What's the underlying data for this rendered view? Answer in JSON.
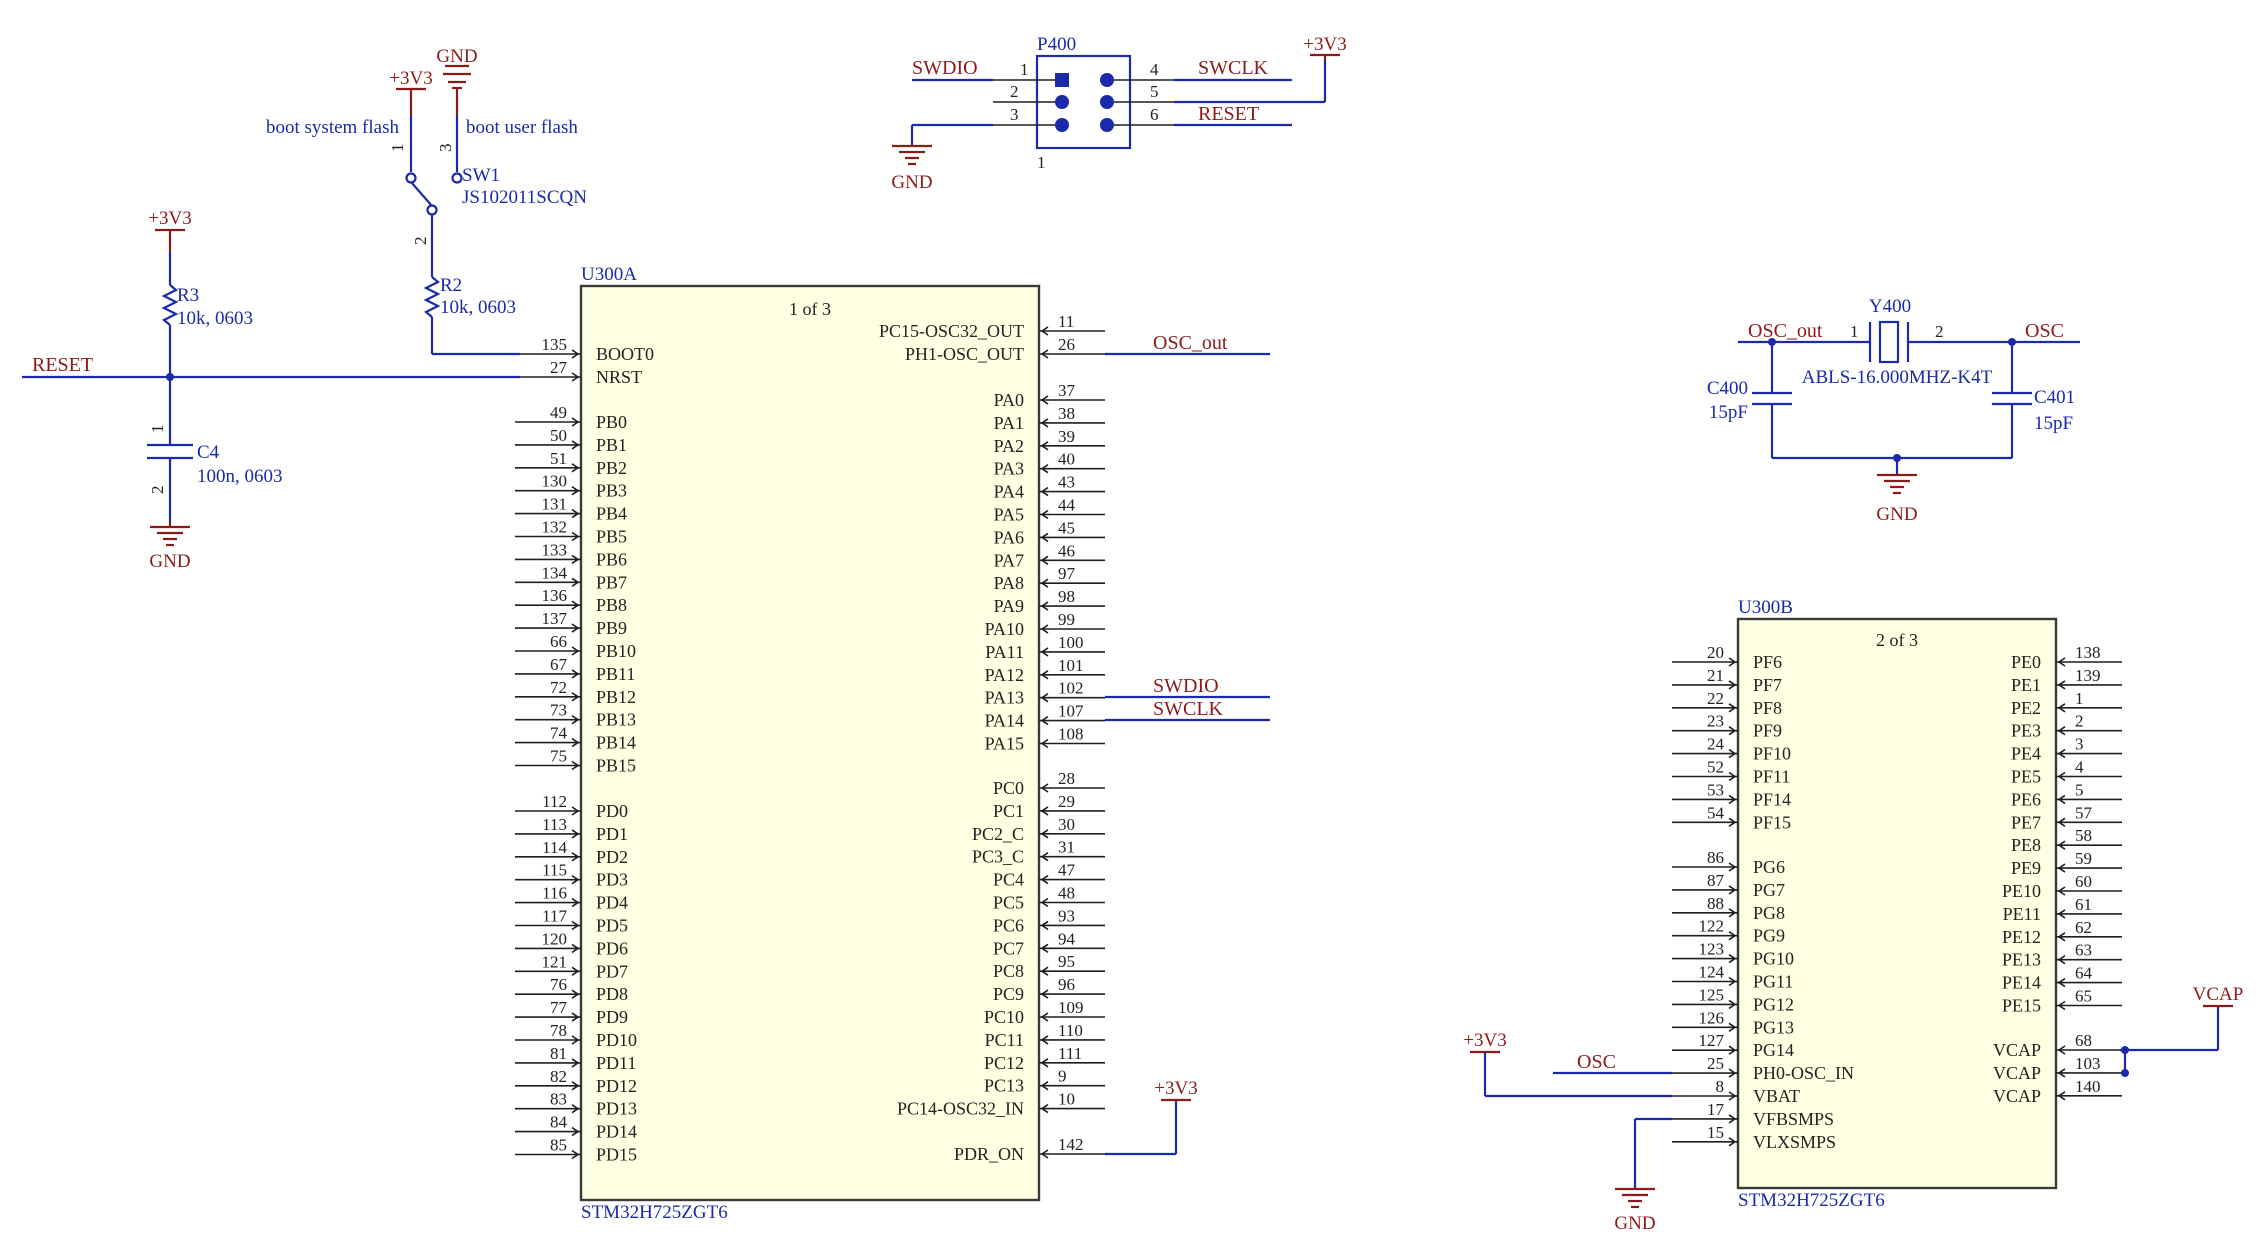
{
  "u300a": {
    "ref": "U300A",
    "part": "STM32H725ZGT6",
    "sheet": "1 of 3",
    "left_pins": [
      {
        "num": "135",
        "name": "BOOT0"
      },
      {
        "num": "27",
        "name": "NRST"
      },
      {
        "num": "49",
        "name": "PB0"
      },
      {
        "num": "50",
        "name": "PB1"
      },
      {
        "num": "51",
        "name": "PB2"
      },
      {
        "num": "130",
        "name": "PB3"
      },
      {
        "num": "131",
        "name": "PB4"
      },
      {
        "num": "132",
        "name": "PB5"
      },
      {
        "num": "133",
        "name": "PB6"
      },
      {
        "num": "134",
        "name": "PB7"
      },
      {
        "num": "136",
        "name": "PB8"
      },
      {
        "num": "137",
        "name": "PB9"
      },
      {
        "num": "66",
        "name": "PB10"
      },
      {
        "num": "67",
        "name": "PB11"
      },
      {
        "num": "72",
        "name": "PB12"
      },
      {
        "num": "73",
        "name": "PB13"
      },
      {
        "num": "74",
        "name": "PB14"
      },
      {
        "num": "75",
        "name": "PB15"
      },
      {
        "num": "112",
        "name": "PD0"
      },
      {
        "num": "113",
        "name": "PD1"
      },
      {
        "num": "114",
        "name": "PD2"
      },
      {
        "num": "115",
        "name": "PD3"
      },
      {
        "num": "116",
        "name": "PD4"
      },
      {
        "num": "117",
        "name": "PD5"
      },
      {
        "num": "120",
        "name": "PD6"
      },
      {
        "num": "121",
        "name": "PD7"
      },
      {
        "num": "76",
        "name": "PD8"
      },
      {
        "num": "77",
        "name": "PD9"
      },
      {
        "num": "78",
        "name": "PD10"
      },
      {
        "num": "81",
        "name": "PD11"
      },
      {
        "num": "82",
        "name": "PD12"
      },
      {
        "num": "83",
        "name": "PD13"
      },
      {
        "num": "84",
        "name": "PD14"
      },
      {
        "num": "85",
        "name": "PD15"
      }
    ],
    "right_pins": [
      {
        "num": "11",
        "name": "PC15-OSC32_OUT"
      },
      {
        "num": "26",
        "name": "PH1-OSC_OUT"
      },
      {
        "num": "37",
        "name": "PA0"
      },
      {
        "num": "38",
        "name": "PA1"
      },
      {
        "num": "39",
        "name": "PA2"
      },
      {
        "num": "40",
        "name": "PA3"
      },
      {
        "num": "43",
        "name": "PA4"
      },
      {
        "num": "44",
        "name": "PA5"
      },
      {
        "num": "45",
        "name": "PA6"
      },
      {
        "num": "46",
        "name": "PA7"
      },
      {
        "num": "97",
        "name": "PA8"
      },
      {
        "num": "98",
        "name": "PA9"
      },
      {
        "num": "99",
        "name": "PA10"
      },
      {
        "num": "100",
        "name": "PA11"
      },
      {
        "num": "101",
        "name": "PA12"
      },
      {
        "num": "102",
        "name": "PA13"
      },
      {
        "num": "107",
        "name": "PA14"
      },
      {
        "num": "108",
        "name": "PA15"
      },
      {
        "num": "28",
        "name": "PC0"
      },
      {
        "num": "29",
        "name": "PC1"
      },
      {
        "num": "30",
        "name": "PC2_C"
      },
      {
        "num": "31",
        "name": "PC3_C"
      },
      {
        "num": "47",
        "name": "PC4"
      },
      {
        "num": "48",
        "name": "PC5"
      },
      {
        "num": "93",
        "name": "PC6"
      },
      {
        "num": "94",
        "name": "PC7"
      },
      {
        "num": "95",
        "name": "PC8"
      },
      {
        "num": "96",
        "name": "PC9"
      },
      {
        "num": "109",
        "name": "PC10"
      },
      {
        "num": "110",
        "name": "PC11"
      },
      {
        "num": "111",
        "name": "PC12"
      },
      {
        "num": "9",
        "name": "PC13"
      },
      {
        "num": "10",
        "name": "PC14-OSC32_IN"
      },
      {
        "num": "142",
        "name": "PDR_ON"
      }
    ]
  },
  "u300b": {
    "ref": "U300B",
    "part": "STM32H725ZGT6",
    "sheet": "2 of 3",
    "left_pins": [
      {
        "num": "20",
        "name": "PF6"
      },
      {
        "num": "21",
        "name": "PF7"
      },
      {
        "num": "22",
        "name": "PF8"
      },
      {
        "num": "23",
        "name": "PF9"
      },
      {
        "num": "24",
        "name": "PF10"
      },
      {
        "num": "52",
        "name": "PF11"
      },
      {
        "num": "53",
        "name": "PF14"
      },
      {
        "num": "54",
        "name": "PF15"
      },
      {
        "num": "86",
        "name": "PG6"
      },
      {
        "num": "87",
        "name": "PG7"
      },
      {
        "num": "88",
        "name": "PG8"
      },
      {
        "num": "122",
        "name": "PG9"
      },
      {
        "num": "123",
        "name": "PG10"
      },
      {
        "num": "124",
        "name": "PG11"
      },
      {
        "num": "125",
        "name": "PG12"
      },
      {
        "num": "126",
        "name": "PG13"
      },
      {
        "num": "127",
        "name": "PG14"
      },
      {
        "num": "25",
        "name": "PH0-OSC_IN"
      },
      {
        "num": "8",
        "name": "VBAT"
      },
      {
        "num": "17",
        "name": "VFBSMPS"
      },
      {
        "num": "15",
        "name": "VLXSMPS"
      }
    ],
    "right_pins": [
      {
        "num": "138",
        "name": "PE0"
      },
      {
        "num": "139",
        "name": "PE1"
      },
      {
        "num": "1",
        "name": "PE2"
      },
      {
        "num": "2",
        "name": "PE3"
      },
      {
        "num": "3",
        "name": "PE4"
      },
      {
        "num": "4",
        "name": "PE5"
      },
      {
        "num": "5",
        "name": "PE6"
      },
      {
        "num": "57",
        "name": "PE7"
      },
      {
        "num": "58",
        "name": "PE8"
      },
      {
        "num": "59",
        "name": "PE9"
      },
      {
        "num": "60",
        "name": "PE10"
      },
      {
        "num": "61",
        "name": "PE11"
      },
      {
        "num": "62",
        "name": "PE12"
      },
      {
        "num": "63",
        "name": "PE13"
      },
      {
        "num": "64",
        "name": "PE14"
      },
      {
        "num": "65",
        "name": "PE15"
      },
      {
        "num": "68",
        "name": "VCAP"
      },
      {
        "num": "103",
        "name": "VCAP"
      },
      {
        "num": "140",
        "name": "VCAP"
      }
    ]
  },
  "p400": {
    "ref": "P400",
    "pin1_mark": "1",
    "pins_left": [
      "1",
      "2",
      "3"
    ],
    "pins_right": [
      "4",
      "5",
      "6"
    ]
  },
  "sw1": {
    "ref": "SW1",
    "value": "JS102011SCQN",
    "label_system": "boot system flash",
    "label_user": "boot user flash",
    "pin_top_left": "1",
    "pin_top_right": "3",
    "pin_common": "2"
  },
  "r2": {
    "ref": "R2",
    "value": "10k, 0603"
  },
  "r3": {
    "ref": "R3",
    "value": "10k, 0603"
  },
  "c4": {
    "ref": "C4",
    "value": "100n, 0603",
    "pin_top": "1",
    "pin_bottom": "2"
  },
  "y400": {
    "ref": "Y400",
    "value": "ABLS-16.000MHZ-K4T",
    "pin1": "1",
    "pin2": "2"
  },
  "c400": {
    "ref": "C400",
    "value": "15pF"
  },
  "c401": {
    "ref": "C401",
    "value": "15pF"
  },
  "nets": {
    "reset": "RESET",
    "swdio": "SWDIO",
    "swclk": "SWCLK",
    "osc_out": "OSC_out",
    "osc": "OSC",
    "vcap": "VCAP"
  },
  "power": {
    "v33": "+3V3",
    "gnd": "GND"
  }
}
